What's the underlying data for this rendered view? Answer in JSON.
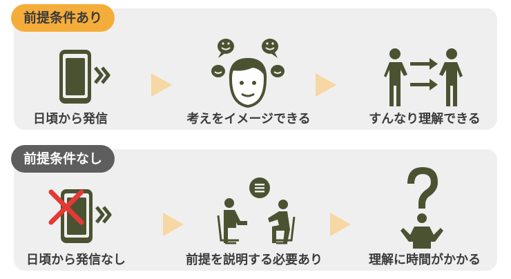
{
  "top": {
    "tag": "前提条件あり",
    "steps": [
      "日頃から発信",
      "考えをイメージできる",
      "すんなり理解できる"
    ]
  },
  "bottom": {
    "tag": "前提条件なし",
    "steps": [
      "日頃から発信なし",
      "前提を説明する必要あり",
      "理解に時間がかかる"
    ]
  },
  "colors": {
    "icon": "#4b5231",
    "orange_tag": "#f5ad3a",
    "gray_tag": "#5e5e5e",
    "arrow": "#f7d7a3",
    "cross": "#e53935"
  }
}
